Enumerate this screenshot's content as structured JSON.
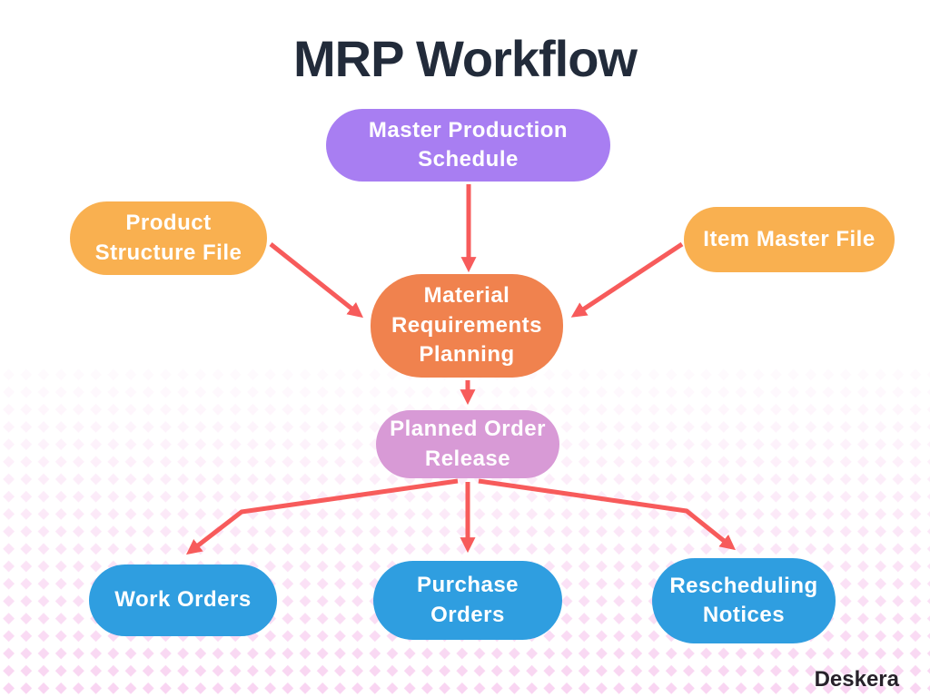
{
  "title": "MRP Workflow",
  "brand": "Deskera",
  "colors": {
    "background": "#ffffff",
    "title_text": "#222b3a",
    "node_text": "#ffffff",
    "arrow": "#f75b5b",
    "dot_pattern": "#f7c9ee",
    "brand_text": "#27212a",
    "purple": "#a87ef2",
    "amber": "#f9b050",
    "orange": "#f0824e",
    "plum": "#d89ad6",
    "blue": "#2f9ee0"
  },
  "nodes": [
    {
      "id": "master-production-schedule",
      "label": "Master Production Schedule",
      "color": "#a87ef2"
    },
    {
      "id": "product-structure-file",
      "label": "Product Structure File",
      "color": "#f9b050"
    },
    {
      "id": "item-master-file",
      "label": "Item Master File",
      "color": "#f9b050"
    },
    {
      "id": "material-requirements-planning",
      "label": "Material Requirements Planning",
      "color": "#f0824e"
    },
    {
      "id": "planned-order-release",
      "label": "Planned Order Release",
      "color": "#d89ad6"
    },
    {
      "id": "work-orders",
      "label": "Work Orders",
      "color": "#2f9ee0"
    },
    {
      "id": "purchase-orders",
      "label": "Purchase Orders",
      "color": "#2f9ee0"
    },
    {
      "id": "rescheduling-notices",
      "label": "Rescheduling Notices",
      "color": "#2f9ee0"
    }
  ],
  "edges": [
    {
      "from": "master-production-schedule",
      "to": "material-requirements-planning"
    },
    {
      "from": "product-structure-file",
      "to": "material-requirements-planning"
    },
    {
      "from": "item-master-file",
      "to": "material-requirements-planning"
    },
    {
      "from": "material-requirements-planning",
      "to": "planned-order-release"
    },
    {
      "from": "planned-order-release",
      "to": "work-orders"
    },
    {
      "from": "planned-order-release",
      "to": "purchase-orders"
    },
    {
      "from": "planned-order-release",
      "to": "rescheduling-notices"
    }
  ]
}
